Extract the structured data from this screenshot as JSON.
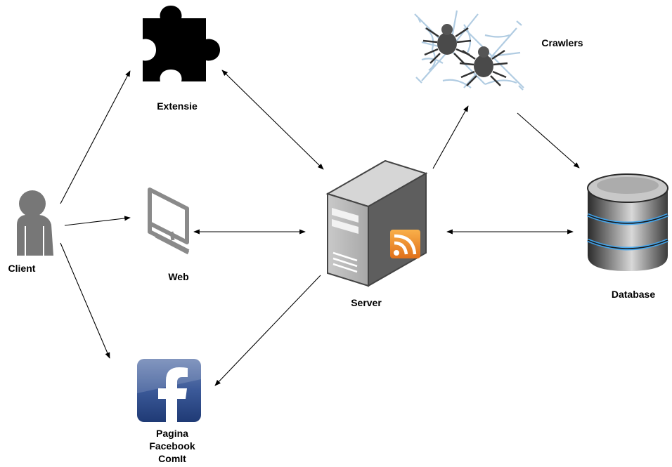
{
  "nodes": {
    "client": {
      "label": "Client",
      "icon": "user-icon"
    },
    "extensie": {
      "label": "Extensie",
      "icon": "puzzle-piece-icon"
    },
    "web": {
      "label": "Web",
      "icon": "computer-monitor-icon"
    },
    "facebook": {
      "label_lines": [
        "Pagina",
        "Facebook",
        "ComIt"
      ],
      "icon": "facebook-icon"
    },
    "server": {
      "label": "Server",
      "icon": "server-rss-icon"
    },
    "crawlers": {
      "label": "Crawlers",
      "icon": "spider-web-icon"
    },
    "database": {
      "label": "Database",
      "icon": "database-icon"
    }
  },
  "edges": [
    {
      "from": "client",
      "to": "extensie",
      "direction": "forward"
    },
    {
      "from": "client",
      "to": "web",
      "direction": "forward"
    },
    {
      "from": "client",
      "to": "facebook",
      "direction": "forward"
    },
    {
      "from": "extensie",
      "to": "server",
      "direction": "both"
    },
    {
      "from": "web",
      "to": "server",
      "direction": "both"
    },
    {
      "from": "server",
      "to": "facebook",
      "direction": "forward"
    },
    {
      "from": "server",
      "to": "crawlers",
      "direction": "forward"
    },
    {
      "from": "crawlers",
      "to": "database",
      "direction": "forward"
    },
    {
      "from": "server",
      "to": "database",
      "direction": "both"
    }
  ],
  "colors": {
    "facebook_blue": "#3b5998",
    "rss_orange": "#f08a24",
    "user_gray": "#777777",
    "server_gray": "#a9a9a9",
    "db_blue_glow": "#3fa9f5"
  }
}
